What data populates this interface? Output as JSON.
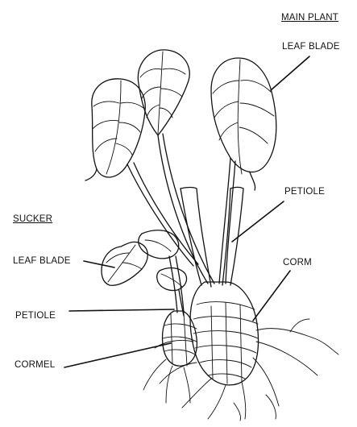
{
  "labels": {
    "main_plant": "MAIN PLANT",
    "main_leaf_blade": "LEAF BLADE",
    "main_petiole": "PETIOLE",
    "corm": "CORM",
    "sucker": "SUCKER",
    "sucker_leaf_blade": "LEAF BLADE",
    "sucker_petiole": "PETIOLE",
    "cormel": "CORMEL"
  }
}
